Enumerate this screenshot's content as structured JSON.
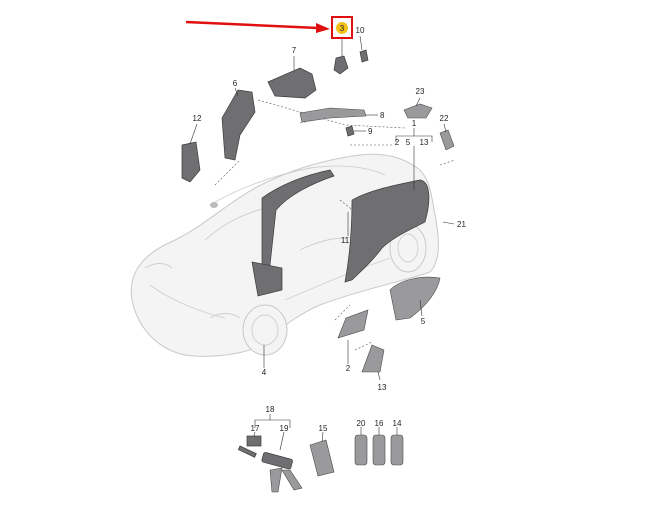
{
  "diagram": {
    "highlight": {
      "label": "3",
      "box_color": "#e01010",
      "arrow_color": "#e01010",
      "marker_color": "#f2c21b"
    },
    "callouts": [
      {
        "id": "c3",
        "label": "3"
      },
      {
        "id": "c10",
        "label": "10"
      },
      {
        "id": "c7",
        "label": "7"
      },
      {
        "id": "c6",
        "label": "6"
      },
      {
        "id": "c8",
        "label": "8"
      },
      {
        "id": "c9",
        "label": "9"
      },
      {
        "id": "c12",
        "label": "12"
      },
      {
        "id": "c23",
        "label": "23"
      },
      {
        "id": "c22",
        "label": "22"
      },
      {
        "id": "c1",
        "label": "1"
      },
      {
        "id": "c2a",
        "label": "2"
      },
      {
        "id": "c5a",
        "label": "5"
      },
      {
        "id": "c13a",
        "label": "13"
      },
      {
        "id": "c21",
        "label": "21"
      },
      {
        "id": "c11",
        "label": "11"
      },
      {
        "id": "c5",
        "label": "5"
      },
      {
        "id": "c4",
        "label": "4"
      },
      {
        "id": "c2",
        "label": "2"
      },
      {
        "id": "c13",
        "label": "13"
      },
      {
        "id": "c18",
        "label": "18"
      },
      {
        "id": "c17",
        "label": "17"
      },
      {
        "id": "c19",
        "label": "19"
      },
      {
        "id": "c15",
        "label": "15"
      },
      {
        "id": "c20",
        "label": "20"
      },
      {
        "id": "c16",
        "label": "16"
      },
      {
        "id": "c14",
        "label": "14"
      }
    ]
  }
}
